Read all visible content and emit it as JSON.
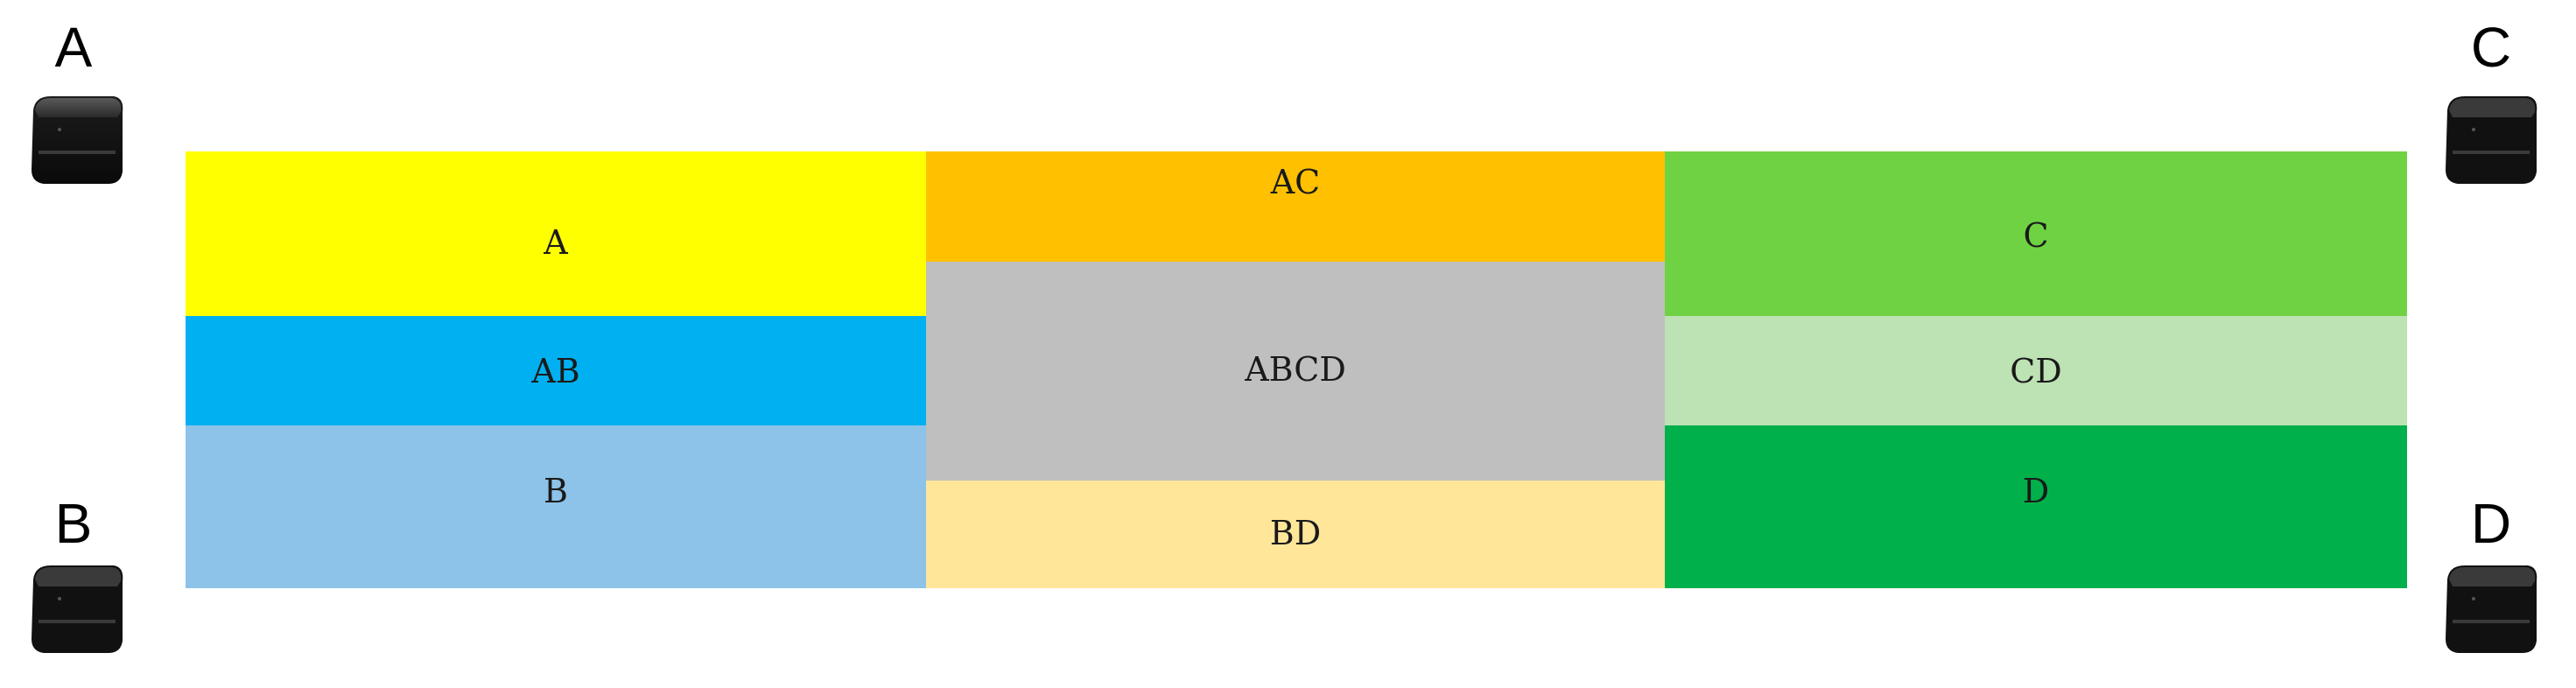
{
  "cameras": [
    {
      "id": "A",
      "label": "A"
    },
    {
      "id": "B",
      "label": "B"
    },
    {
      "id": "C",
      "label": "C"
    },
    {
      "id": "D",
      "label": "D"
    }
  ],
  "zones": {
    "a": {
      "label": "A",
      "color": "#FFFF00"
    },
    "ab": {
      "label": "AB",
      "color": "#00B0F0"
    },
    "b": {
      "label": "B",
      "color": "#8DC3E8"
    },
    "ac": {
      "label": "AC",
      "color": "#FFC000"
    },
    "abcd": {
      "label": "ABCD",
      "color": "#BFBFBF"
    },
    "bd": {
      "label": "BD",
      "color": "#FFE699"
    },
    "c": {
      "label": "C",
      "color": "#6FD243"
    },
    "cd": {
      "label": "CD",
      "color": "#BDE2B4"
    },
    "d": {
      "label": "D",
      "color": "#00B04A"
    }
  }
}
